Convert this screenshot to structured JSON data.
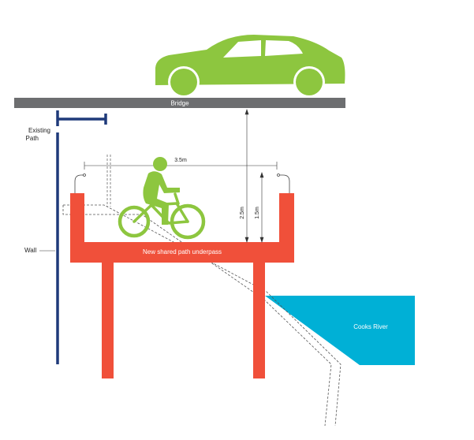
{
  "labels": {
    "bridge": "Bridge",
    "existing_path_line1": "Existing",
    "existing_path_line2": "Path",
    "wall": "Wall",
    "new_path": "New shared path underpass",
    "river": "Cooks River",
    "width_dim": "3.5m",
    "height_dim_outer": "2.5m",
    "height_dim_inner": "1.5m"
  },
  "colors": {
    "bridge_deck": "#6d6e70",
    "car": "#8dc63f",
    "cyclist": "#8dc63f",
    "structure": "#f0503a",
    "wall": "#1f3a7a",
    "river": "#00b0d6",
    "line": "#333333"
  },
  "icons": [
    "car-icon",
    "cyclist-icon"
  ]
}
